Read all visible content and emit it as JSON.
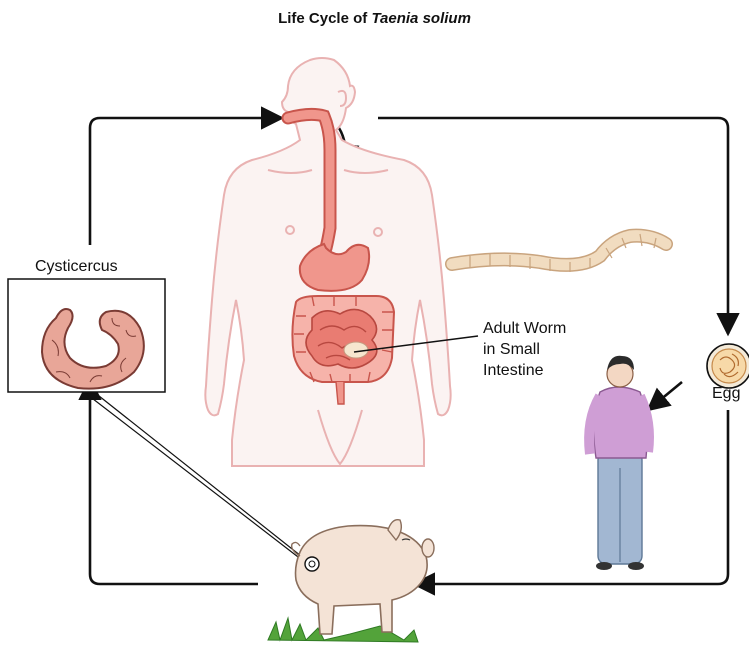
{
  "title": {
    "prefix": "Life Cycle of ",
    "species": "Taenia solium"
  },
  "labels": {
    "cysticercus": "Cysticercus",
    "adult_worm": [
      "Adult Worm",
      "in Small",
      "Intestine"
    ],
    "egg": "Egg"
  },
  "colors": {
    "human_outline": "#e9b2b2",
    "gut": "#f0968c",
    "gut_dark": "#c8554c",
    "worm": "#f1dcc0",
    "pig": "#f4e3d6",
    "grass": "#53a33a",
    "shirt": "#cf9ed5",
    "jeans": "#a2b7d2",
    "arrow": "#111111"
  }
}
